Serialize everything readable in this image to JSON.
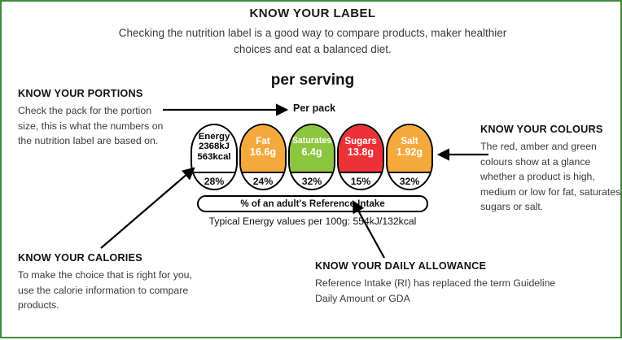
{
  "header": {
    "title": "KNOW YOUR LABEL",
    "subtitle": "Checking the nutrition label is a good way to compare products, maker healthier choices and eat a balanced diet.",
    "per_serving": "per serving",
    "per_pack": "Per pack"
  },
  "annotations": {
    "portions": {
      "heading": "KNOW YOUR PORTIONS",
      "body": "Check the pack for the portion size, this is what the numbers on the nutrition label are based on."
    },
    "colours": {
      "heading": "KNOW YOUR COLOURS",
      "body": "The red, amber and green colours show at a glance whether a product is high, medium or low for fat, saturates, sugars or salt."
    },
    "calories": {
      "heading": "KNOW YOUR CALORIES",
      "body": "To make the choice that is right for you, use the calorie information to compare products."
    },
    "allowance": {
      "heading": "KNOW YOUR DAILY ALLOWANCE",
      "body": "Reference Intake (RI) has replaced the term Guideline Daily Amount or GDA"
    }
  },
  "label": {
    "cells": [
      {
        "name": "Energy",
        "value": "",
        "energy_kj": "2368kJ",
        "energy_kcal": "563kcal",
        "percent": "28%",
        "color": "#ffffff",
        "text_color": "#000000"
      },
      {
        "name": "Fat",
        "value": "16.6g",
        "percent": "24%",
        "color": "#f5a93c",
        "text_color": "#ffffff"
      },
      {
        "name": "Saturates",
        "value": "6.4g",
        "percent": "32%",
        "color": "#8cc63f",
        "text_color": "#ffffff"
      },
      {
        "name": "Sugars",
        "value": "13.8g",
        "percent": "15%",
        "color": "#ed3237",
        "text_color": "#ffffff"
      },
      {
        "name": "Salt",
        "value": "1.92g",
        "percent": "32%",
        "color": "#f5a93c",
        "text_color": "#ffffff"
      }
    ],
    "reference_intake": "% of an adult's Reference Intake",
    "typical": "Typical Energy values per 100g: 554kJ/132kcal"
  },
  "colors": {
    "border": "#3d8b37",
    "amber": "#f5a93c",
    "green": "#8cc63f",
    "red": "#ed3237"
  }
}
